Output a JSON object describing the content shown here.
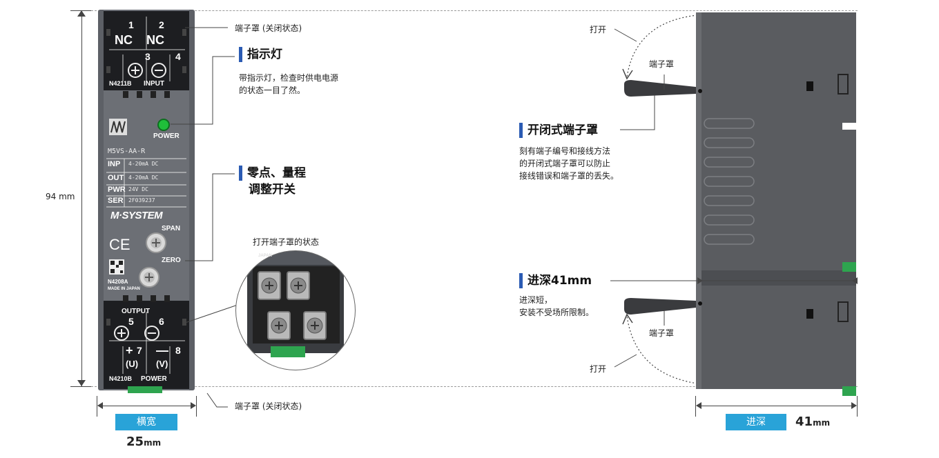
{
  "front": {
    "term_top": {
      "n1": "1",
      "n2": "2",
      "nc1": "NC",
      "nc2": "NC",
      "n3": "3",
      "n4": "4",
      "code": "N4211B",
      "label": "INPUT"
    },
    "power_led": "POWER",
    "model": "M5VS-AA-R",
    "spec_rows": [
      {
        "k": "INP",
        "v": "4-20mA DC"
      },
      {
        "k": "OUT",
        "v": "4-20mA DC"
      },
      {
        "k": "PWR",
        "v": "24V DC"
      },
      {
        "k": "SER",
        "v": "2F039237"
      }
    ],
    "brand": "M·SYSTEM",
    "span": "SPAN",
    "zero": "ZERO",
    "ce": "CE",
    "code_mid": "N4208A",
    "made_in": "MADE IN JAPAN",
    "term_bottom": {
      "output": "OUTPUT",
      "n5": "5",
      "n6": "6",
      "n7": "7",
      "n8": "8",
      "u": "(U)",
      "v": "(V)",
      "code": "N4210B",
      "label": "POWER"
    }
  },
  "dims": {
    "height": "94  mm",
    "width_label": "横宽",
    "width_value": "25",
    "width_unit": "mm",
    "depth_label": "进深",
    "depth_value": "41",
    "depth_unit": "mm"
  },
  "callouts": {
    "cover_closed_top": "端子罩 (关闭状态)",
    "cover_closed_bottom": "端子罩 (关闭状态)",
    "indicator_title": "指示灯",
    "indicator_desc": [
      "带指示灯，检查时供电电源",
      "的状态一目了然。"
    ],
    "zero_span_title": [
      "零点、量程",
      "调整开关"
    ],
    "open_state": "打开端子罩的状态",
    "open_cover_title": "开闭式端子罩",
    "open_cover_desc": [
      "刻有端子编号和接线方法",
      "的开闭式端子罩可以防止",
      "接线错误和端子罩的丢失。"
    ],
    "depth_title": "进深41mm",
    "depth_desc": [
      "进深短，",
      "安装不受场所限制。"
    ],
    "open_top": "打开",
    "cover_top": "端子罩",
    "cover_bottom": "端子罩",
    "open_bottom": "打开"
  },
  "zoom": {
    "japan": "JAPAN"
  }
}
